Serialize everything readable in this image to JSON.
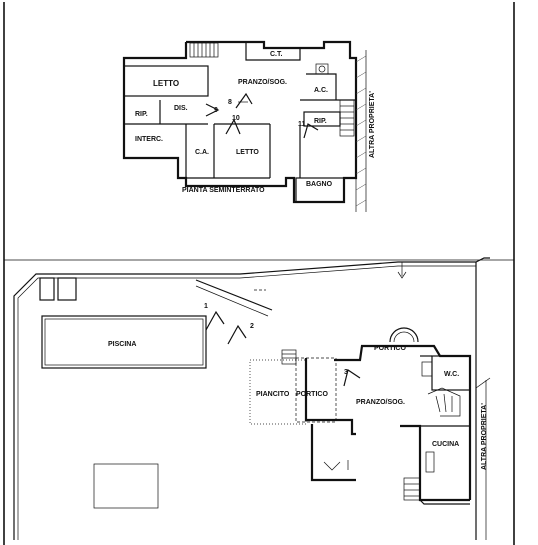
{
  "basement": {
    "title": "PIANTA SEMINTERRATO",
    "rooms": {
      "ct": "C.T.",
      "letto_top": "LETTO",
      "pranzo_sog": "PRANZO/SOG.",
      "ac": "A.C.",
      "rip_left": "RIP.",
      "dis": "DIS.",
      "interc": "INTERC.",
      "rip_right": "RIP.",
      "ca": "C.A.",
      "letto_bottom": "LETTO",
      "bagno": "BAGNO"
    },
    "neighbor": "ALTRA PROPRIETA'",
    "view_markers": [
      "8",
      "9",
      "10",
      "11"
    ]
  },
  "ground": {
    "rooms": {
      "piscina": "PISCINA",
      "portico_top": "PORTICO",
      "piancito": "PIANCITO",
      "portico_mid": "PORTICO",
      "pranzo_sog": "PRANZO/SOG.",
      "wc": "W.C.",
      "cucina": "CUCINA"
    },
    "neighbor": "ALTRA PROPRIETA'",
    "view_markers": [
      "1",
      "2",
      "3"
    ]
  }
}
